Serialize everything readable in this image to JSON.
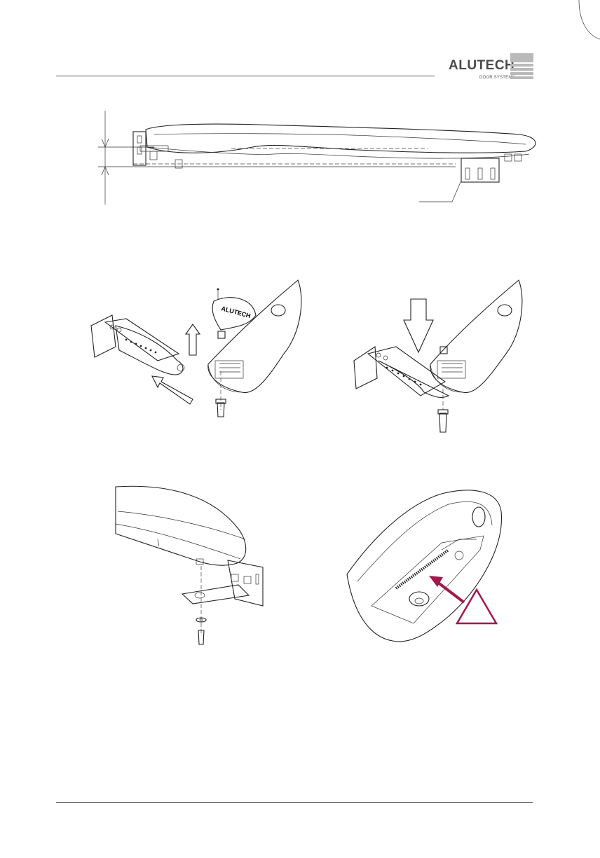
{
  "header": {
    "brand": "ALUTECH",
    "brand_sub": "DOOR SYSTEMS"
  },
  "figures": {
    "top_view": {
      "icon": "operator-side-view-diagram"
    },
    "step_insert_arm": {
      "icon": "bracket-insert-diagram",
      "cover_logo": "ALUTECH"
    },
    "step_press_down": {
      "icon": "bracket-press-diagram"
    },
    "step_bolt": {
      "icon": "bracket-bolt-diagram"
    },
    "step_check_gear": {
      "icon": "gear-check-diagram",
      "warning": "warning-triangle-icon"
    }
  },
  "colors": {
    "accent": "#a3174f",
    "line": "#222222",
    "logo_grey": "#b9b9b9"
  }
}
